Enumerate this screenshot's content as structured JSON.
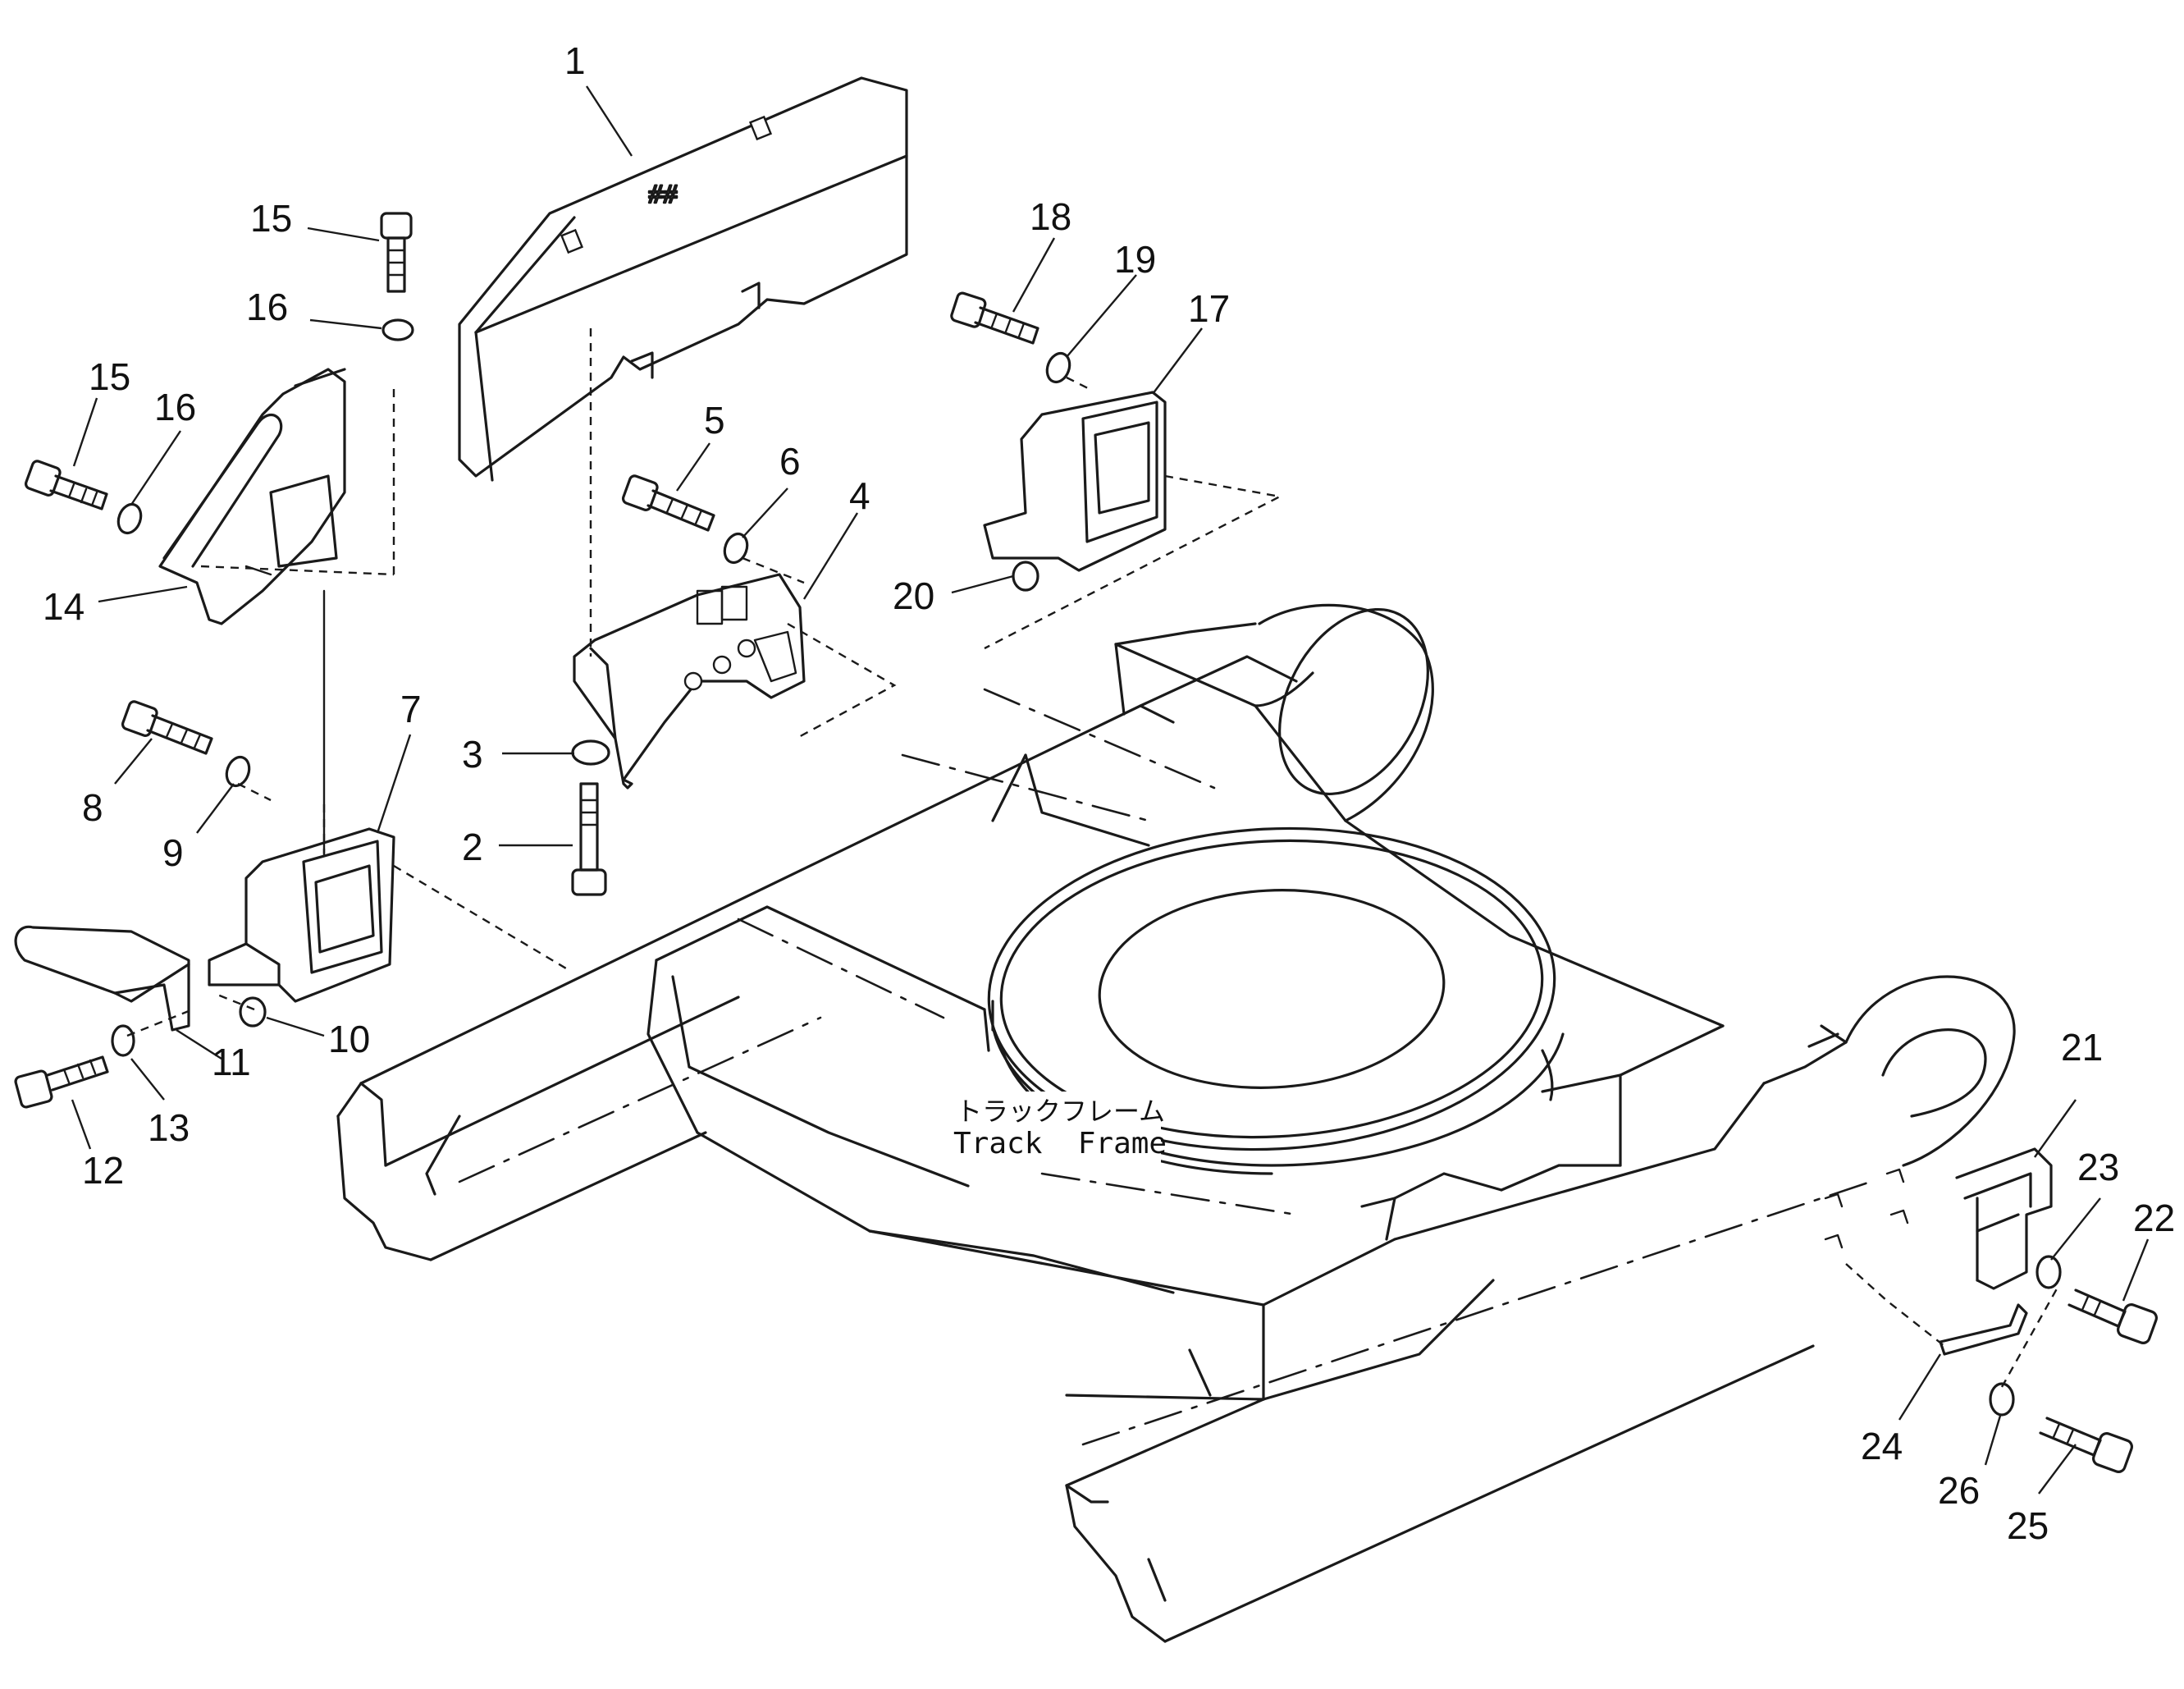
{
  "diagram": {
    "frame_label_jp": "トラックフレーム",
    "frame_label_en": "Track  Frame",
    "callouts": [
      {
        "id": "c1",
        "text": "1"
      },
      {
        "id": "c2",
        "text": "2"
      },
      {
        "id": "c3",
        "text": "3"
      },
      {
        "id": "c4",
        "text": "4"
      },
      {
        "id": "c5",
        "text": "5"
      },
      {
        "id": "c6",
        "text": "6"
      },
      {
        "id": "c7",
        "text": "7"
      },
      {
        "id": "c8",
        "text": "8"
      },
      {
        "id": "c9",
        "text": "9"
      },
      {
        "id": "c10",
        "text": "10"
      },
      {
        "id": "c11",
        "text": "11"
      },
      {
        "id": "c12",
        "text": "12"
      },
      {
        "id": "c13",
        "text": "13"
      },
      {
        "id": "c14",
        "text": "14"
      },
      {
        "id": "c15a",
        "text": "15"
      },
      {
        "id": "c15b",
        "text": "15"
      },
      {
        "id": "c16a",
        "text": "16"
      },
      {
        "id": "c16b",
        "text": "16"
      },
      {
        "id": "c17",
        "text": "17"
      },
      {
        "id": "c18",
        "text": "18"
      },
      {
        "id": "c19",
        "text": "19"
      },
      {
        "id": "c20",
        "text": "20"
      },
      {
        "id": "c21",
        "text": "21"
      },
      {
        "id": "c22",
        "text": "22"
      },
      {
        "id": "c23",
        "text": "23"
      },
      {
        "id": "c24",
        "text": "24"
      },
      {
        "id": "c25",
        "text": "25"
      },
      {
        "id": "c26",
        "text": "26"
      }
    ]
  }
}
